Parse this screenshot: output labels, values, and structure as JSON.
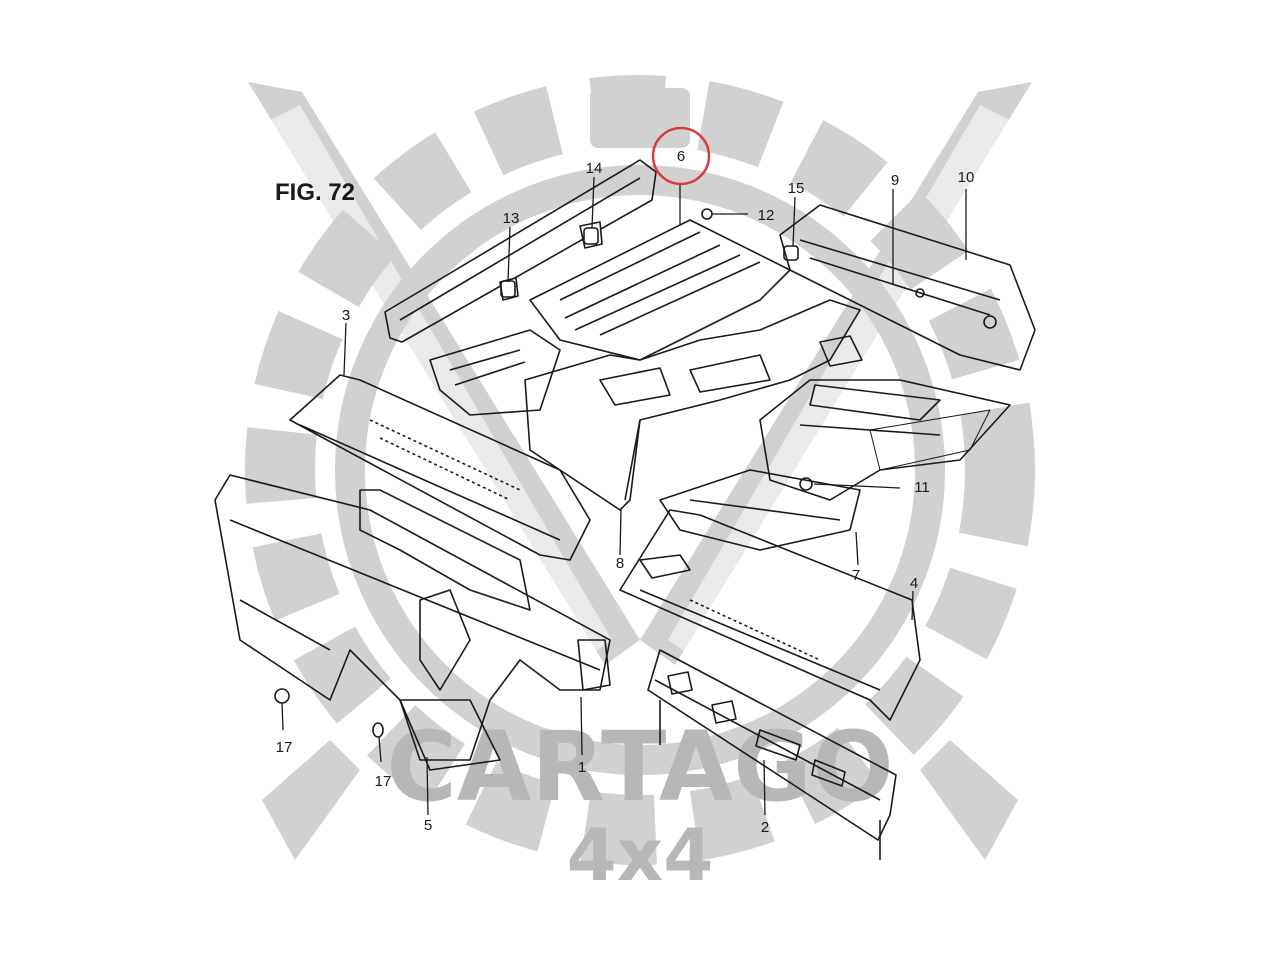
{
  "figure": {
    "title": "FIG. 72",
    "callout_labels": [
      "1",
      "2",
      "3",
      "4",
      "5",
      "6",
      "7",
      "8",
      "9",
      "10",
      "11",
      "12",
      "13",
      "14",
      "15",
      "17",
      "17"
    ],
    "highlighted_callout": "6",
    "highlight_color": "#d93a3a",
    "line_color": "#1a1a1a",
    "background_color": "#ffffff"
  },
  "watermark": {
    "brand_line1": "CARTAGO",
    "brand_line2": "4x4",
    "color": "#b7b7b7"
  }
}
